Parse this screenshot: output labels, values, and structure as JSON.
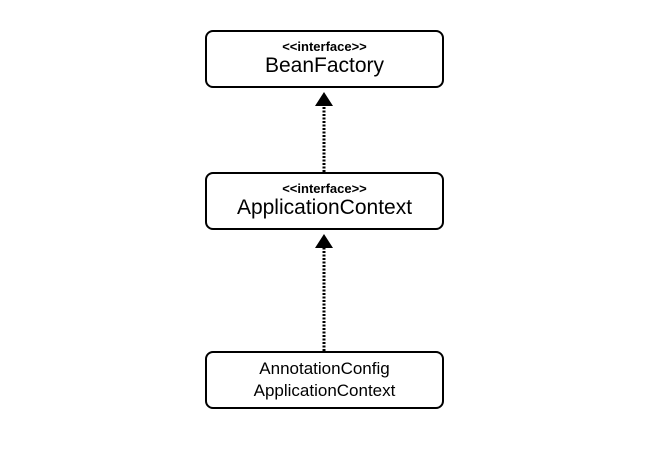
{
  "diagram": {
    "nodes": [
      {
        "id": "bean-factory",
        "stereotype": "<<interface>>",
        "name": "BeanFactory"
      },
      {
        "id": "application-context",
        "stereotype": "<<interface>>",
        "name": "ApplicationContext"
      },
      {
        "id": "annotation-config-application-context",
        "name_line1": "AnnotationConfig",
        "name_line2": "ApplicationContext"
      }
    ],
    "edges": [
      {
        "from": "application-context",
        "to": "bean-factory",
        "type": "inheritance"
      },
      {
        "from": "annotation-config-application-context",
        "to": "application-context",
        "type": "inheritance"
      }
    ],
    "colors": {
      "stroke": "#000000",
      "fill": "#ffffff"
    }
  }
}
